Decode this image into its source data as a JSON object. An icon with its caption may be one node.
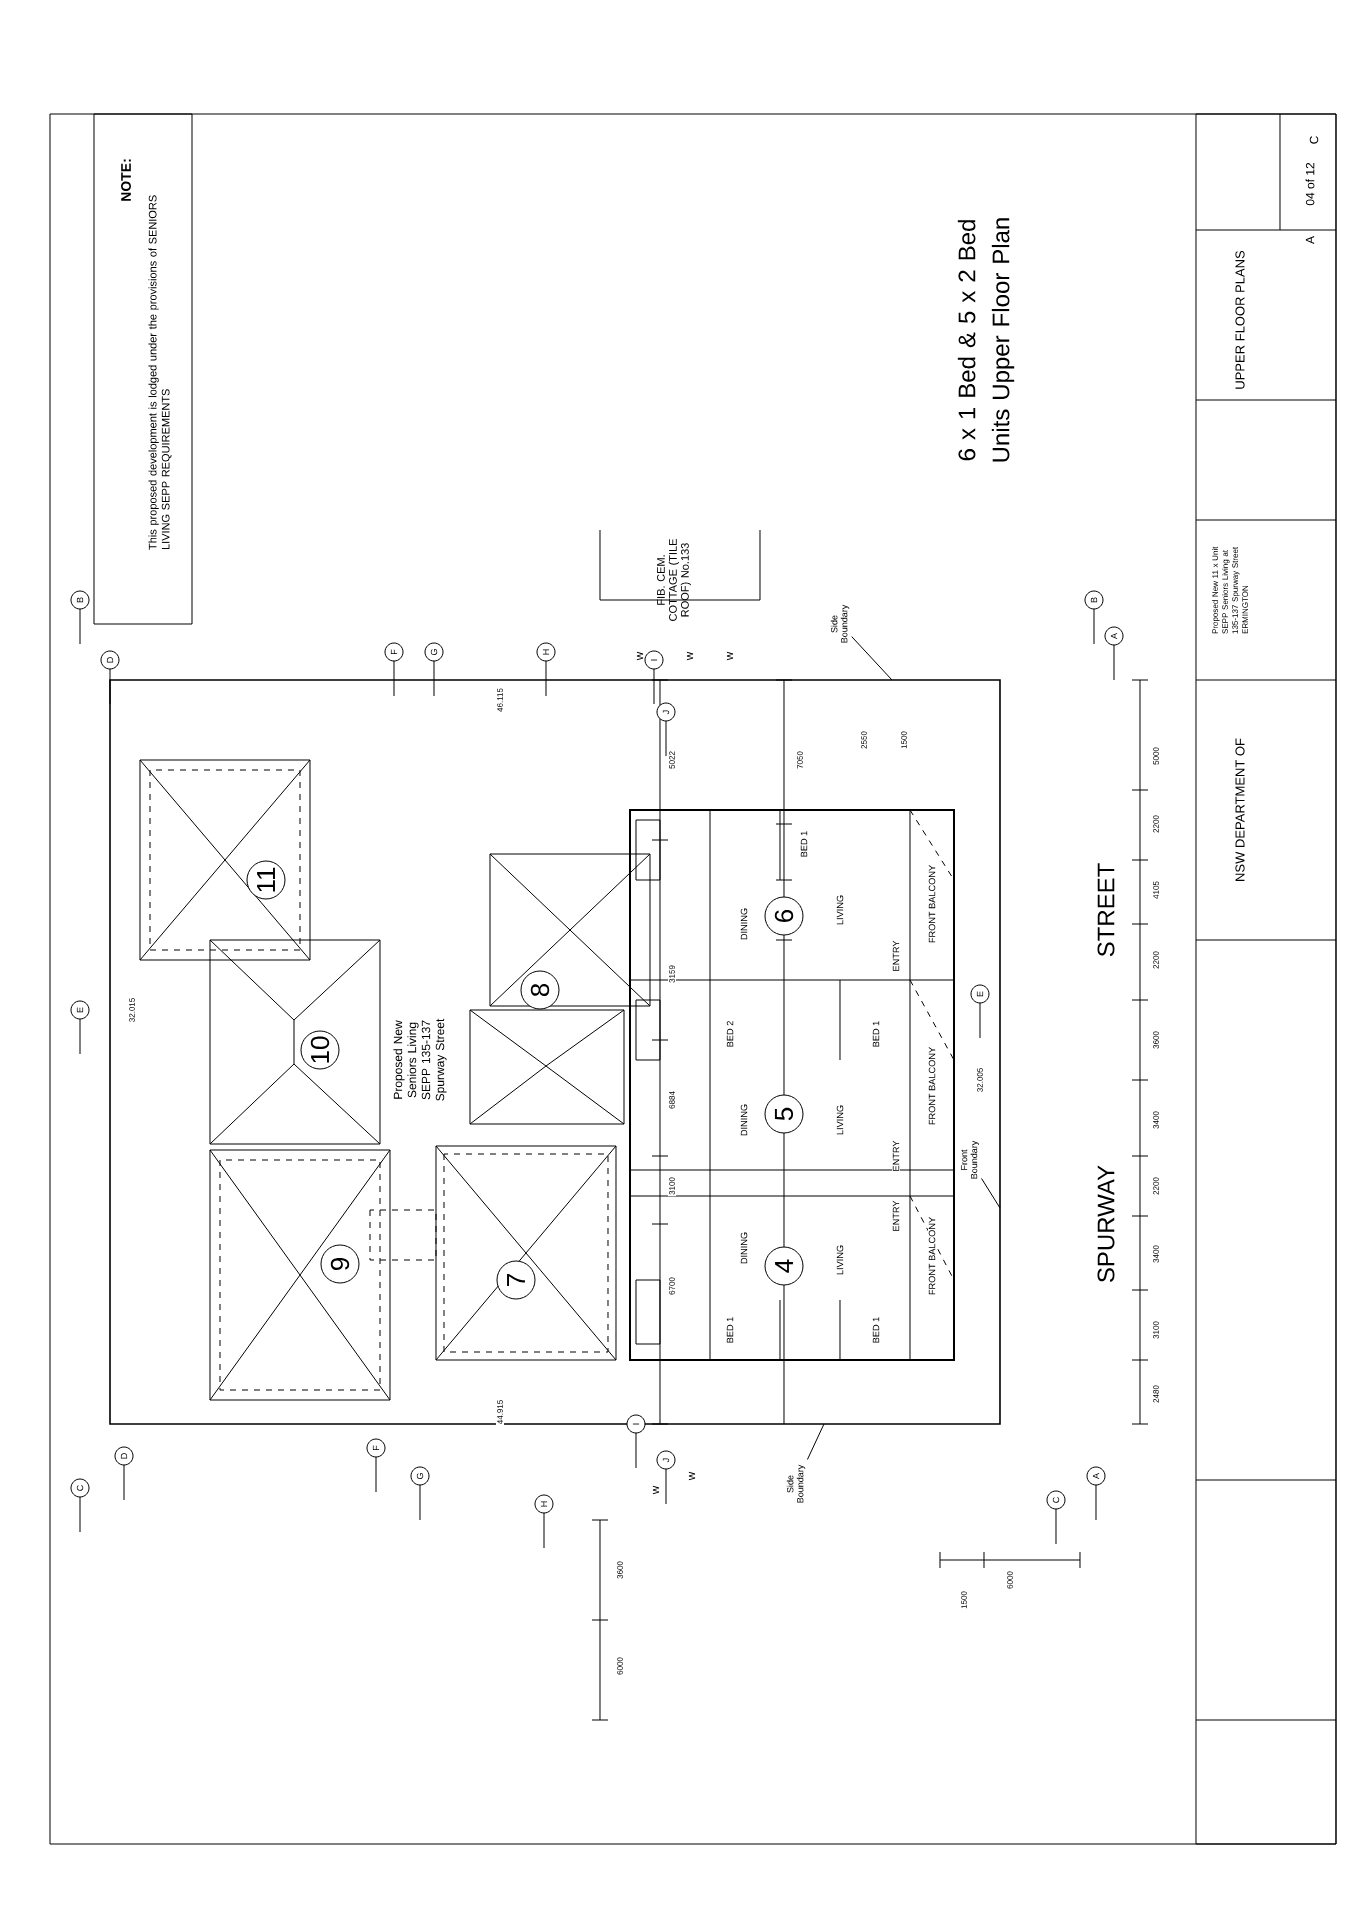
{
  "diagram": {
    "nodes": [
      {
        "text": [
          "Front Boundary"
        ]
      },
      {
        "text": [
          "Side Boundary"
        ]
      },
      {
        "text": [
          "Side Boundary"
        ]
      }
    ],
    "edges": [
      {
        "from": 0,
        "to": null,
        "arrow": "none"
      },
      {
        "from": 1,
        "to": null,
        "arrow": "none"
      },
      {
        "from": 2,
        "to": null,
        "arrow": "none"
      }
    ],
    "labels": [
      "NOTE:",
      "This proposed development is lodged under the provisions of SENIORS LIVING SEPP REQUIREMENTS",
      "6 x 1 Bed & 5 x 2 Bed Units Upper Floor Plan",
      "32.015",
      "B",
      "D",
      "E",
      "F",
      "G",
      "H",
      "I",
      "J",
      "46.115",
      "FIB. CEM. COTTAGE (TILE ROOF) No.133",
      "W",
      "W",
      "W",
      "B",
      "A",
      "11",
      "10",
      "8",
      "Proposed New Seniors Living SEPP 135-137 Spurway Street",
      "9",
      "7",
      "5022",
      "3159",
      "6884",
      "3100",
      "6700",
      "7050",
      "2550",
      "1500",
      "6",
      "BED 1",
      "DINING",
      "LIVING",
      "ENTRY",
      "FRONT BALCONY",
      "5",
      "BED 2",
      "BED 1",
      "DINING",
      "LIVING",
      "ENTRY",
      "FRONT BALCONY",
      "4",
      "DINING",
      "LIVING",
      "ENTRY",
      "FRONT BALCONY",
      "BED 1",
      "BED 1",
      "32.005",
      "E",
      "SPURWAY",
      "STREET",
      "5000",
      "2200",
      "4105",
      "2200",
      "3600",
      "3400",
      "2200",
      "3400",
      "3100",
      "2480",
      "44.915",
      "D",
      "C",
      "F",
      "G",
      "H",
      "I",
      "J",
      "W",
      "W",
      "C",
      "A",
      "3600",
      "6000",
      "6000",
      "1500",
      "04 of 12",
      "C",
      "A",
      "UPPER FLOOR PLANS",
      "Proposed New 11 x Unit SEPP Seniors Living at 135-137 Spurway Street ERMINGTON",
      "NSW DEPARTMENT OF"
    ]
  }
}
